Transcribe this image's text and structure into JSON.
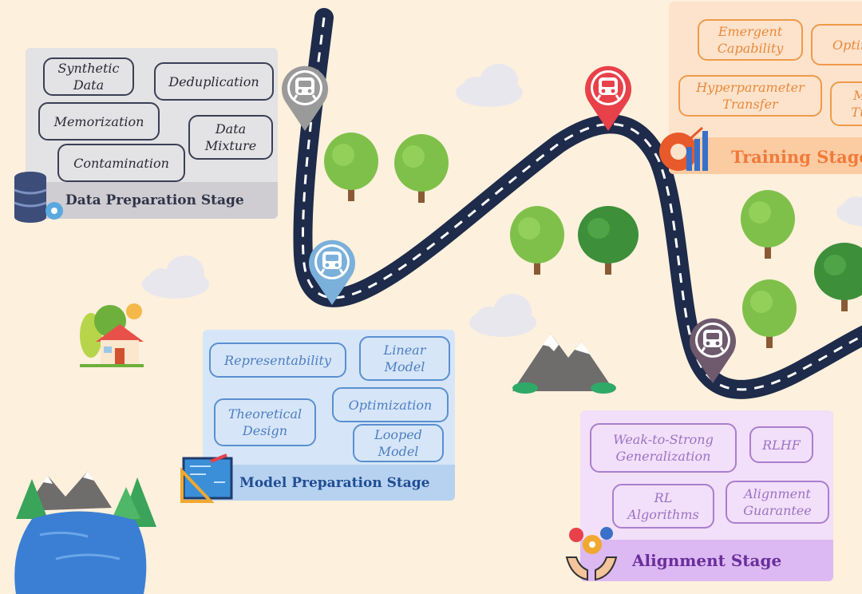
{
  "stages": {
    "data": {
      "label": "Data Preparation Stage",
      "tags": [
        "Synthetic\nData",
        "Deduplication",
        "Memorization",
        "Data\nMixture",
        "Contamination"
      ]
    },
    "model": {
      "label": "Model Preparation Stage",
      "tags": [
        "Representability",
        "Linear\nModel",
        "Theoretical\nDesign",
        "Optimization",
        "Looped\nModel"
      ]
    },
    "training": {
      "label": "Training Stage",
      "tags": [
        "Emergent\nCapability",
        "Optim",
        "Hyperparameter\nTransfer",
        "Mo\nTun"
      ]
    },
    "alignment": {
      "label": "Alignment Stage",
      "tags": [
        "Weak-to-Strong\nGeneralization",
        "RLHF",
        "RL\nAlgorithms",
        "Alignment\nGuarantee"
      ]
    }
  },
  "colors": {
    "background": "#fdf0dc",
    "road": "#1e2b4a",
    "pin_gray": "#9a9a9a",
    "pin_red": "#e8414a",
    "pin_blue": "#7ab0da",
    "pin_purple": "#6e5a6c"
  },
  "icons": [
    "database-gear-icon",
    "blueprint-icon",
    "gear-chart-icon",
    "hands-gears-icon",
    "train-icon",
    "house-icon",
    "cloud-icon",
    "tree-icon",
    "mountain-icon",
    "lake-icon"
  ]
}
